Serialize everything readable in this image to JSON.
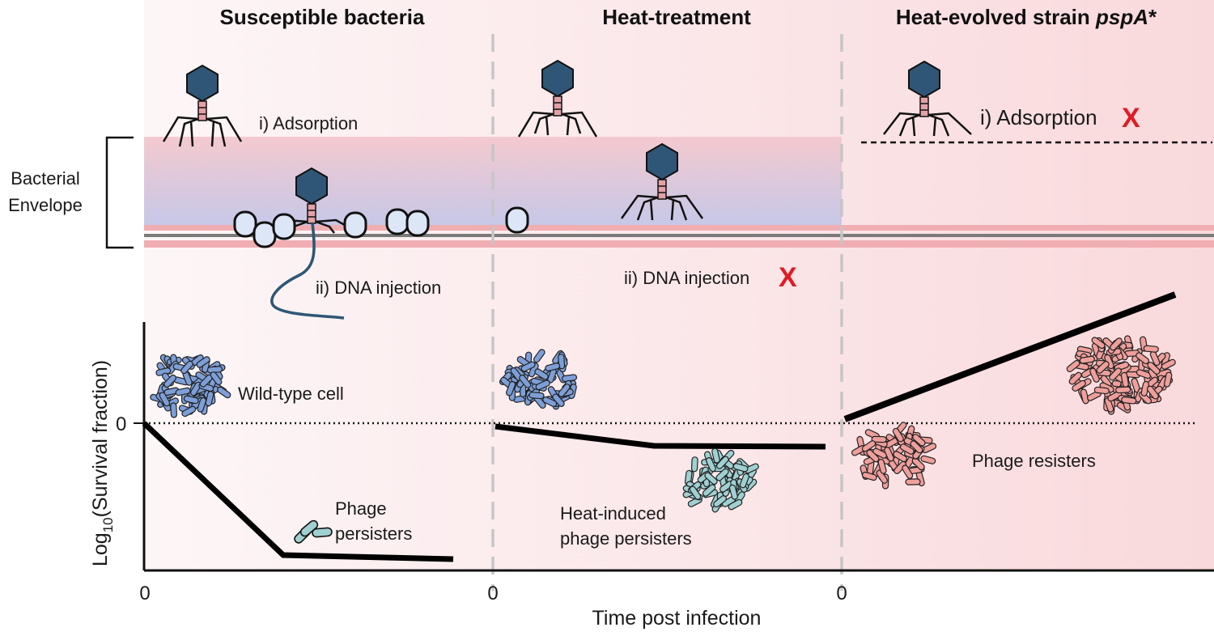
{
  "panels": [
    {
      "title": "Susceptible bacteria"
    },
    {
      "title": "Heat-treatment"
    },
    {
      "title_main": "Heat-evolved strain ",
      "title_italic": "pspA",
      "title_suffix": "*"
    }
  ],
  "envelope_label_line1": "Bacterial",
  "envelope_label_line2": "Envelope",
  "steps": {
    "adsorption": "i) Adsorption",
    "dna_injection": "ii) DNA injection",
    "block_mark": "X"
  },
  "cell_labels": {
    "wild_type": "Wild-type cell",
    "phage_persisters_1": "Phage",
    "phage_persisters_2": "persisters",
    "heat_induced_1": "Heat-induced",
    "heat_induced_2": "phage persisters",
    "phage_resisters": "Phage resisters"
  },
  "axis": {
    "y_label_prefix": "Log",
    "y_label_sub": "10",
    "y_label_suffix": "(Survival fraction)",
    "y_zero": "0",
    "x_ticks": [
      "0",
      "0",
      "0"
    ],
    "x_label": "Time post infection"
  },
  "colors": {
    "phage_head": "#2f5676",
    "envelope_top": "#f2c6cd",
    "envelope_bottom": "#c8c8e6",
    "membrane_pink": "#f0aeb3",
    "membrane_grey": "#7a7a7a",
    "wildtype_cell": "#7d9fd8",
    "persister_cell": "#9fd0d2",
    "resister_cell": "#ef9f9b",
    "cross": "#e01b24",
    "dna": "#2f5676"
  }
}
